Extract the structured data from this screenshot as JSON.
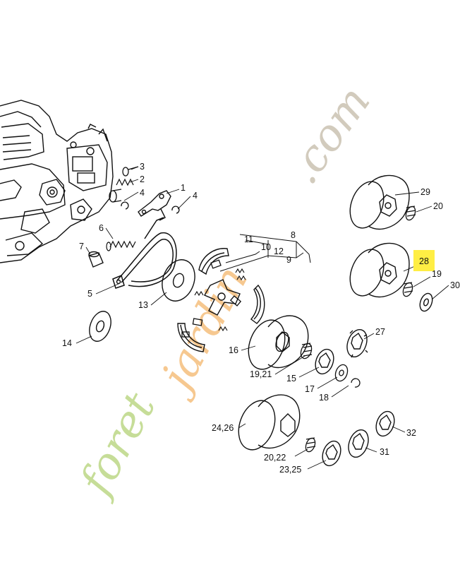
{
  "labels": {
    "l1": "1",
    "l2": "2",
    "l3": "3",
    "l4a": "4",
    "l4b": "4",
    "l5": "5",
    "l6": "6",
    "l7": "7",
    "l8": "8",
    "l9": "9",
    "l10": "10",
    "l11": "11",
    "l12": "12",
    "l13": "13",
    "l14": "14",
    "l15": "15",
    "l16": "16",
    "l17": "17",
    "l18": "18",
    "l19": "19",
    "l20": "20",
    "l19_21": "19,21",
    "l20_22": "20,22",
    "l23_25": "23,25",
    "l24_26": "24,26",
    "l27": "27",
    "l28": "28",
    "l29": "29",
    "l30": "30",
    "l31": "31",
    "l32": "32"
  },
  "highlight": {
    "label": "28",
    "color": "#ffee44"
  },
  "watermark": {
    "text_foret": "foret",
    "text_jardin": "jardin",
    "text_com": ".com",
    "color_green": "#c6dd98",
    "color_orange": "#f6c890",
    "color_grey": "#d2cbbd"
  }
}
